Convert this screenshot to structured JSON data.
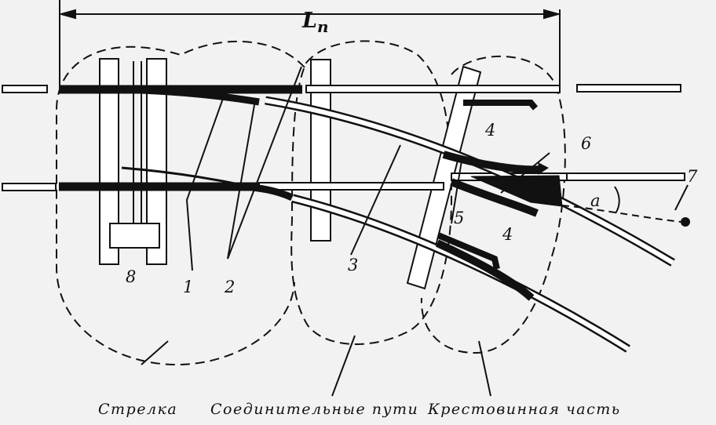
{
  "dimension": {
    "symbol": "L",
    "subscript": "п"
  },
  "labels": {
    "l1": "1",
    "l2": "2",
    "l3": "3",
    "l4a": "4",
    "l4b": "4",
    "l5": "5",
    "l6": "6",
    "l7": "7",
    "l8": "8",
    "angle": "a"
  },
  "zones": {
    "switch": "Стрелка",
    "connecting": "Соединительные пути",
    "frog": "Крестовинная часть"
  },
  "colors": {
    "ink": "#111111",
    "background": "#f2f2f2"
  }
}
